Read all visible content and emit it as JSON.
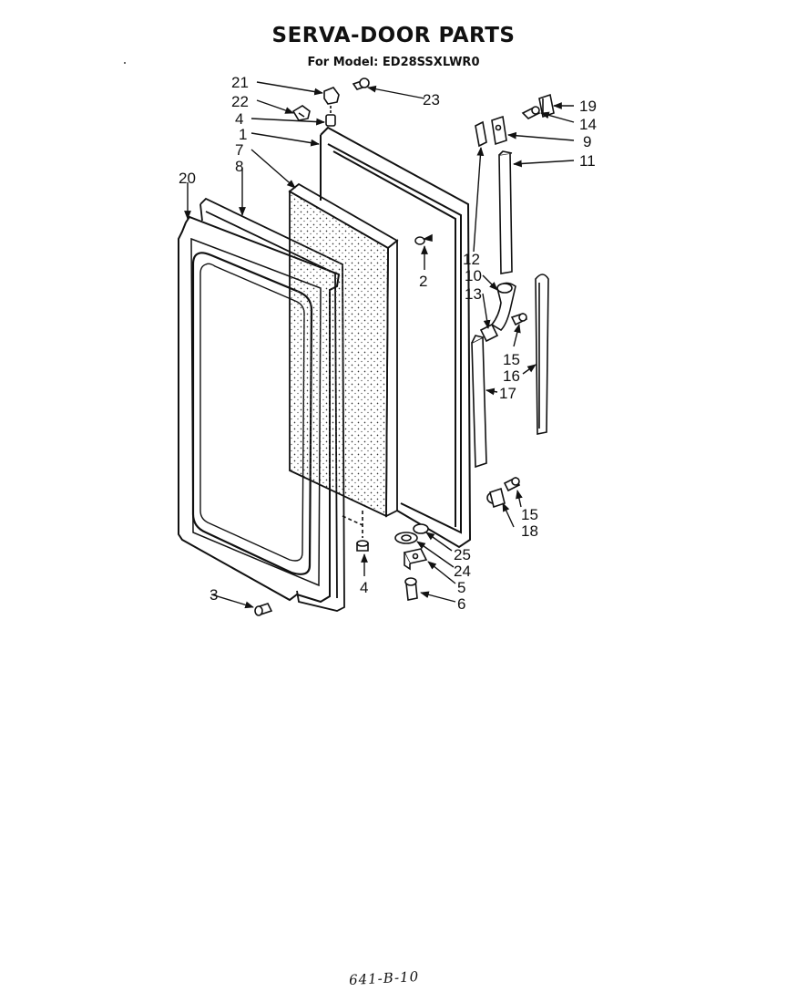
{
  "header": {
    "title": "SERVA-DOOR PARTS",
    "model_line": "For Model: ED28SSXLWR0"
  },
  "callouts": {
    "c21": "21",
    "c22": "22",
    "c23": "23",
    "c4a": "4",
    "c1": "1",
    "c7": "7",
    "c8": "8",
    "c20": "20",
    "c2": "2",
    "c3": "3",
    "c4b": "4",
    "c25": "25",
    "c24": "24",
    "c5": "5",
    "c6": "6",
    "c19": "19",
    "c14": "14",
    "c9": "9",
    "c11": "11",
    "c12": "12",
    "c10": "10",
    "c13": "13",
    "c15a": "15",
    "c16": "16",
    "c17": "17",
    "c15b": "15",
    "c18": "18"
  },
  "footer": {
    "drawing_code": "641-B-10"
  }
}
